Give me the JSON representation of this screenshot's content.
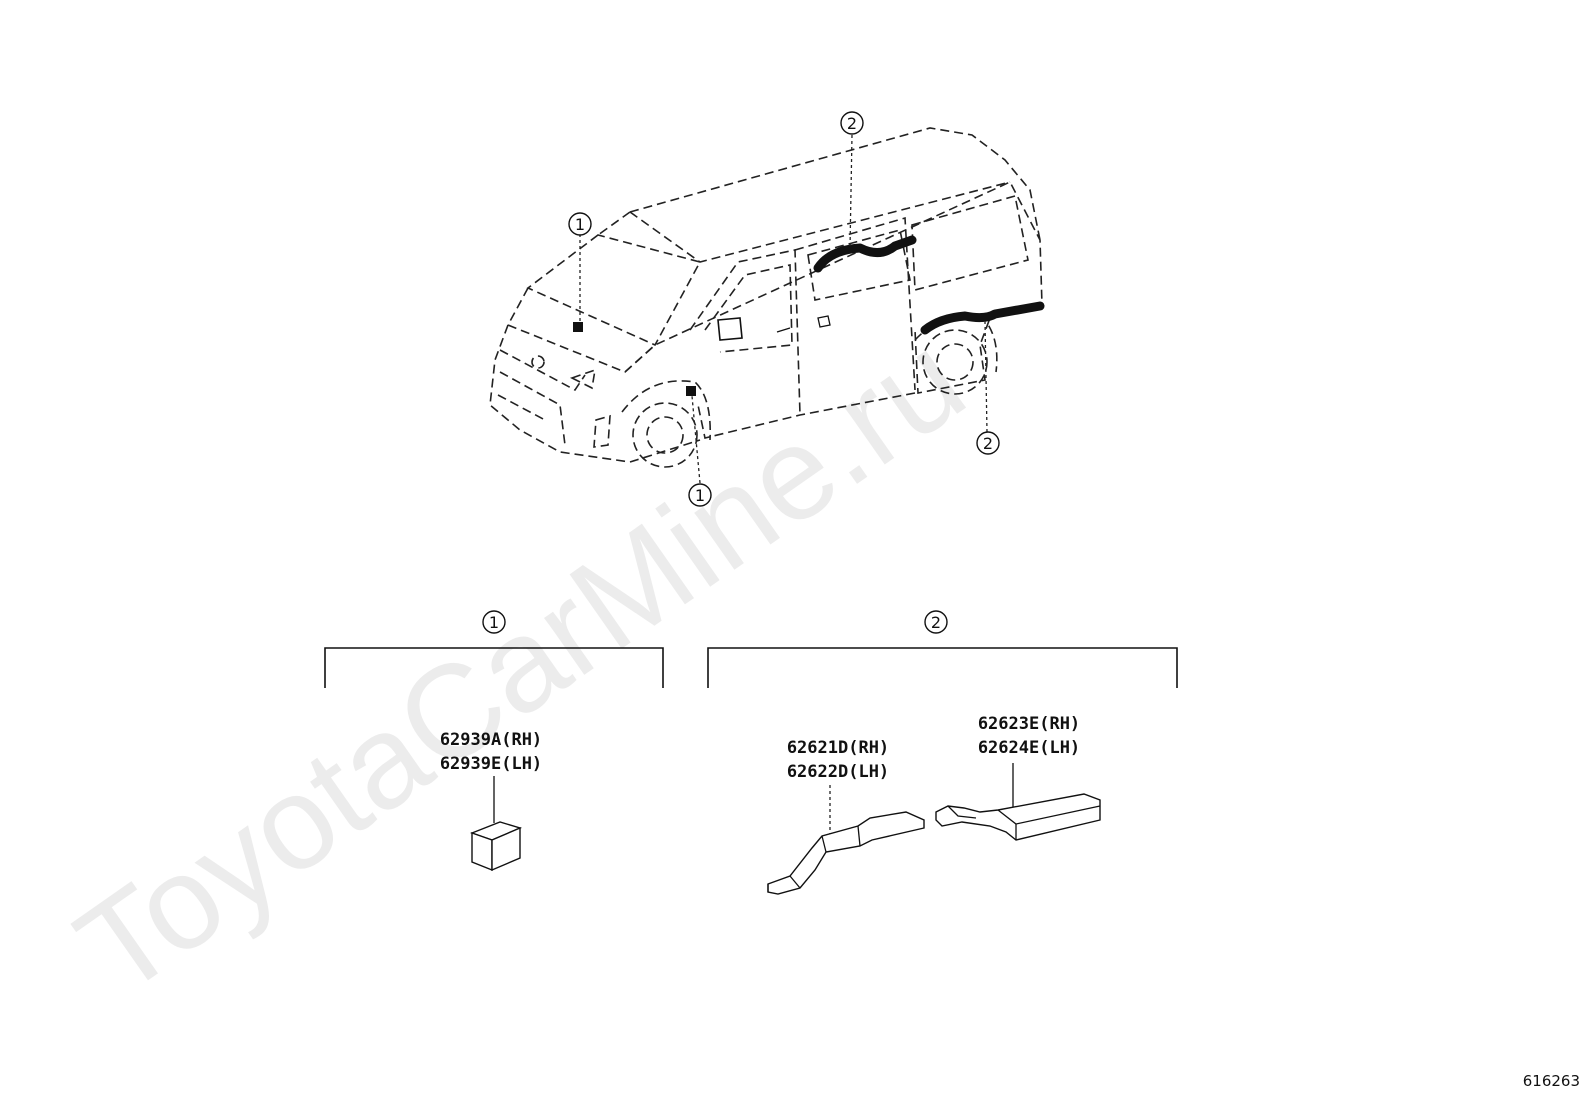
{
  "watermark": "ToyotaCarMine.ru",
  "figure_number": "616263",
  "callouts": {
    "one": "1",
    "two": "2"
  },
  "groups": [
    {
      "index": "1",
      "parts": [
        {
          "rh": "62939A(RH)",
          "lh": "62939E(LH)"
        }
      ]
    },
    {
      "index": "2",
      "parts": [
        {
          "rh": "62621D(RH)",
          "lh": "62622D(LH)"
        },
        {
          "rh": "62623E(RH)",
          "lh": "62624E(LH)"
        }
      ]
    }
  ]
}
